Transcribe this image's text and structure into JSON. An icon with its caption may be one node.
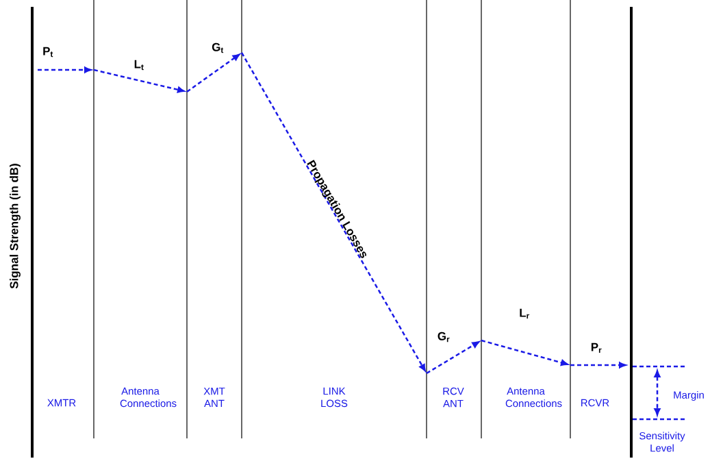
{
  "diagram": {
    "labels": [
      "Signal Strength (in dB)",
      "P$_{t}$",
      "L$_{t}$",
      "G$_{t}$",
      "Propagation Losses",
      "G$_{r}$",
      "L$_{r}$",
      "P$_{r}$",
      "XMTR",
      "Antenna Connections",
      "XMT ANT",
      "LINK LOSS",
      "RCV ANT",
      "Antenna Connections",
      "RCVR",
      "Margin",
      "Sensitivity Level"
    ]
  }
}
